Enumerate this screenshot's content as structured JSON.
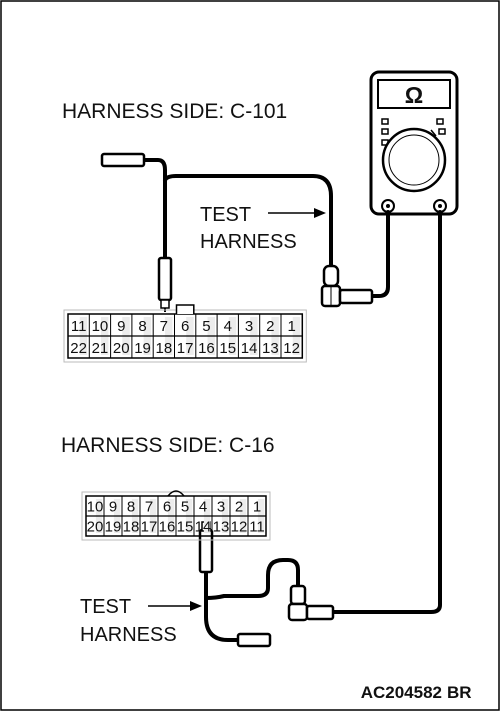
{
  "labels": {
    "c101_title": "HARNESS SIDE: C-101",
    "c16_title": "HARNESS SIDE: C-16",
    "test_harness_1_line1": "TEST",
    "test_harness_1_line2": "HARNESS",
    "test_harness_2_line1": "TEST",
    "test_harness_2_line2": "HARNESS",
    "figure_code": "AC204582",
    "figure_suffix": "BR"
  },
  "meter": {
    "symbol": "Ω"
  },
  "connector_c101": {
    "top_row": [
      "11",
      "10",
      "9",
      "8",
      "7",
      "6",
      "5",
      "4",
      "3",
      "2",
      "1"
    ],
    "bottom_row": [
      "22",
      "21",
      "20",
      "19",
      "18",
      "17",
      "16",
      "15",
      "14",
      "13",
      "12"
    ]
  },
  "connector_c16": {
    "top_row": [
      "10",
      "9",
      "8",
      "7",
      "6",
      "5",
      "4",
      "3",
      "2",
      "1"
    ],
    "bottom_row": [
      "20",
      "19",
      "18",
      "17",
      "16",
      "15",
      "14",
      "13",
      "12",
      "11"
    ]
  }
}
